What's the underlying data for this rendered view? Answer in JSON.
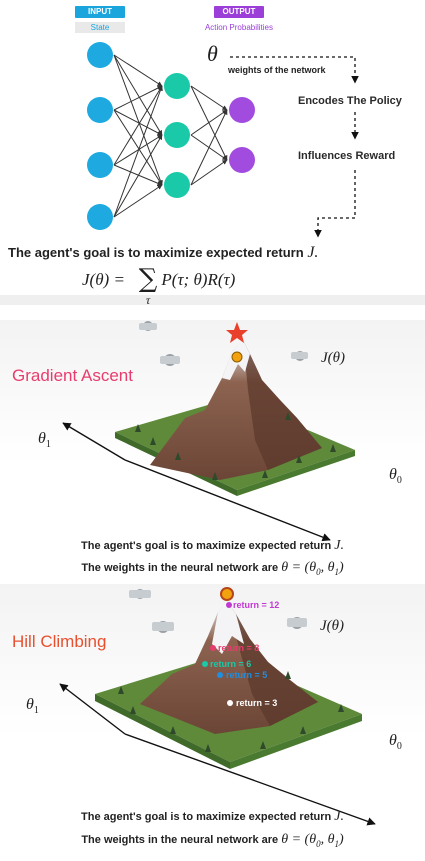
{
  "network": {
    "input_tag": "INPUT",
    "input_sub": "State",
    "output_tag": "OUTPUT",
    "output_sub": "Action Probabilities",
    "theta_symbol": "θ",
    "weights_label": "weights of the network",
    "step1": "Encodes The Policy",
    "step2": "Influences Reward",
    "goal_text": "The agent's goal is to maximize expected return",
    "goal_symbol": "J.",
    "formula_lhs": "J(θ) =",
    "formula_sum": "∑",
    "formula_sub": "τ",
    "formula_rhs": "P(τ; θ)R(τ)",
    "colors": {
      "input": "#1ea9e1",
      "hidden": "#19c9a8",
      "output": "#a24cdf",
      "input_tag": "#1aa5dd",
      "output_tag": "#9b3fd8"
    }
  },
  "gradient": {
    "title": "Gradient Ascent",
    "j_label": "J(θ)",
    "axis_x": "θ",
    "axis_x_sub": "0",
    "axis_y": "θ",
    "axis_y_sub": "1",
    "caption1": "The agent's goal is to maximize expected return",
    "caption1_symbol": "J.",
    "caption2": "The weights in the neural network are",
    "caption2_math": "θ = (θ0, θ1)",
    "title_color": "#e83c6e"
  },
  "hill": {
    "title": "Hill Climbing",
    "j_label": "J(θ)",
    "axis_x": "θ",
    "axis_x_sub": "0",
    "axis_y": "θ",
    "axis_y_sub": "1",
    "returns": [
      "return = 12",
      "return = 8",
      "return = 6",
      "return = 5",
      "return = 3"
    ],
    "caption1": "The agent's goal is to maximize expected return",
    "caption1_symbol": "J.",
    "caption2": "The weights in the neural network are",
    "caption2_math": "θ = (θ0, θ1)",
    "title_color": "#e8502f"
  }
}
